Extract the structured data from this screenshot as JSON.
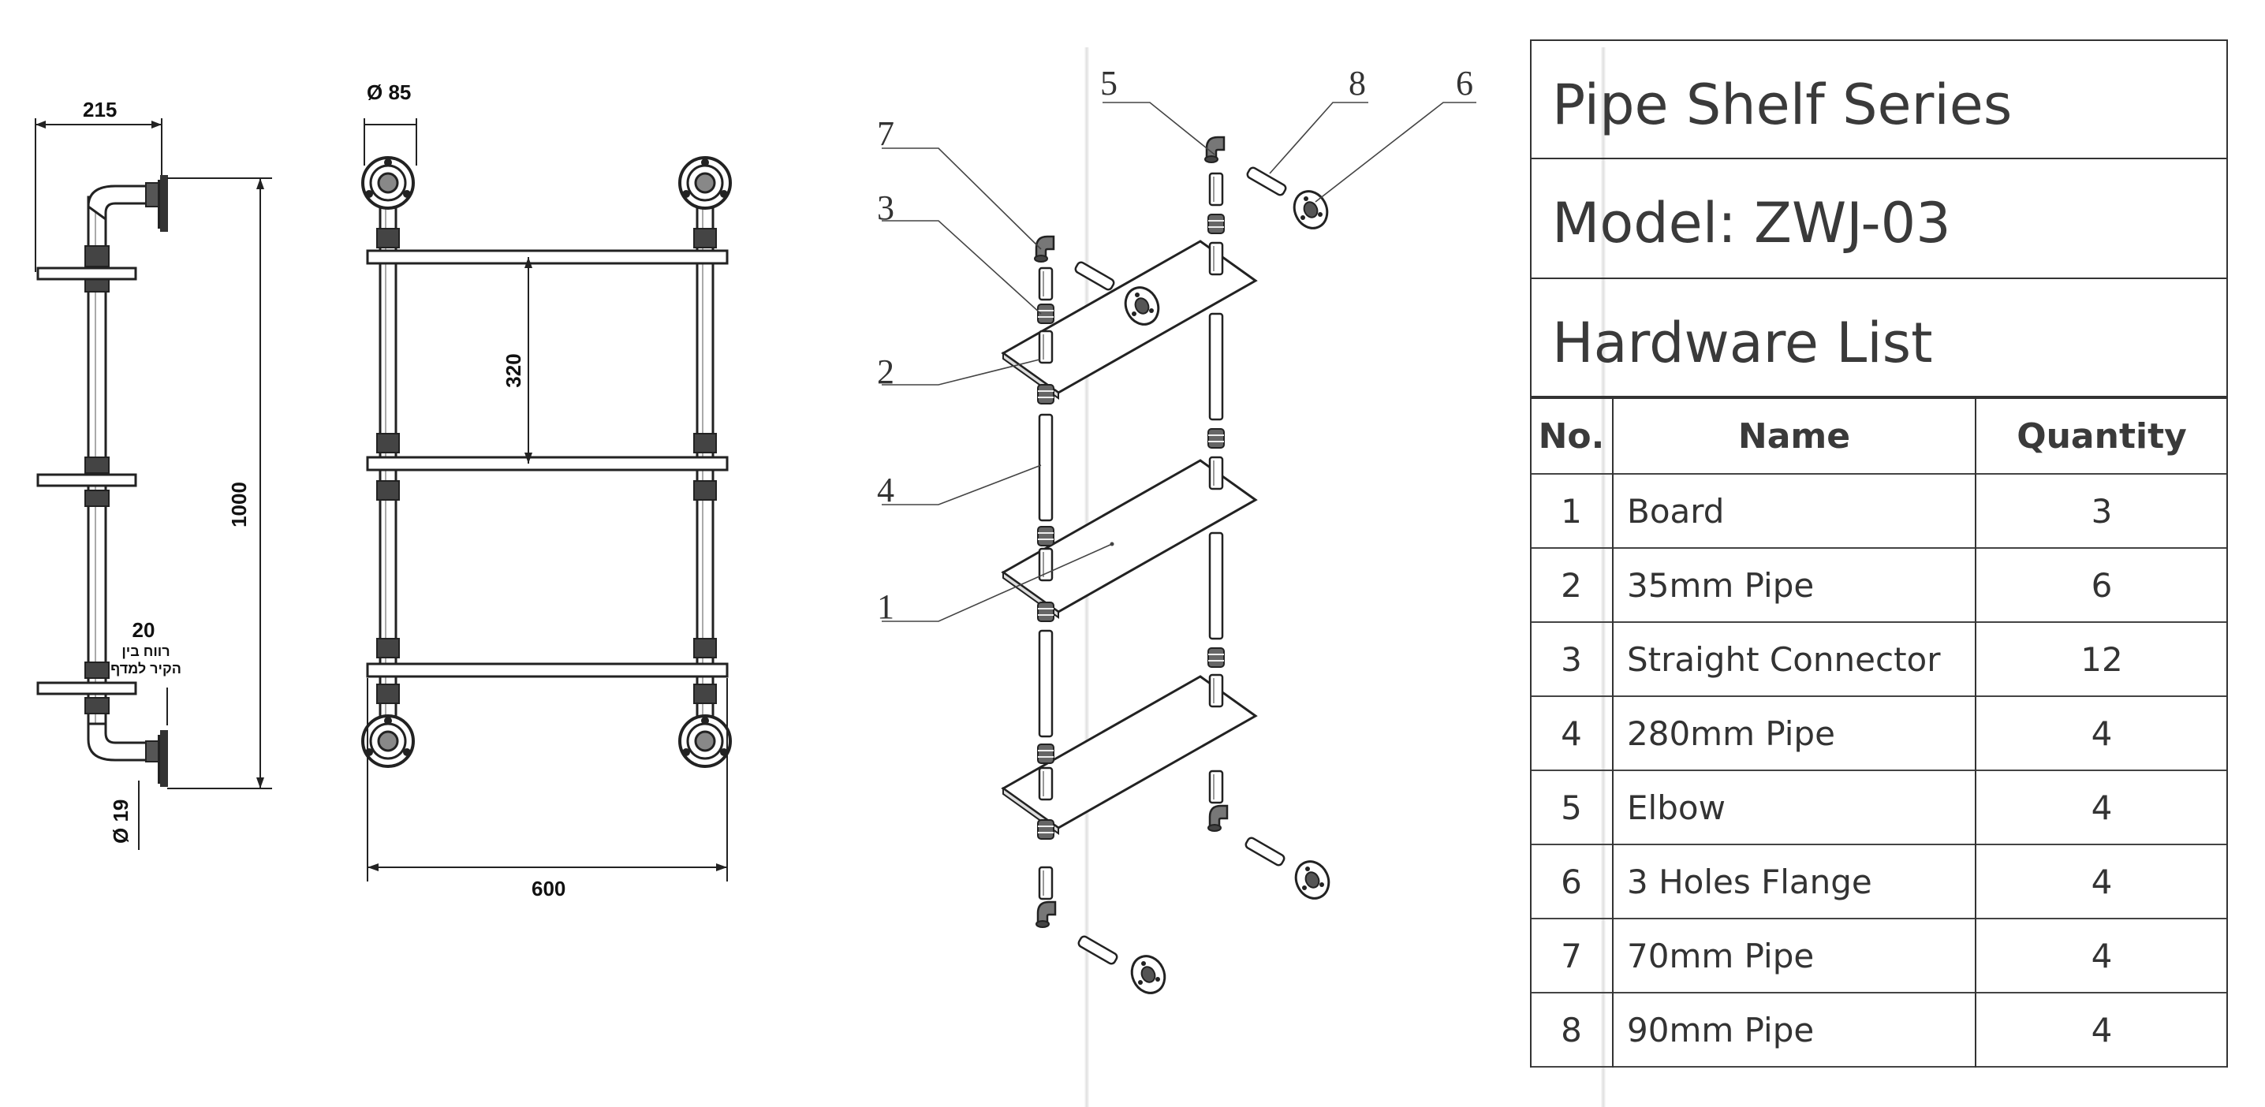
{
  "drawing": {
    "side_view": {
      "width_label": "215",
      "height_label": "1000",
      "gap_value": "20",
      "gap_note_line1": "רווח בין",
      "gap_note_line2": "הקיר למדף",
      "pipe_diameter_label": "Ø 19"
    },
    "front_view": {
      "flange_diameter_label": "Ø 85",
      "shelf_spacing_label": "320",
      "width_label": "600"
    },
    "exploded_callouts": [
      "1",
      "2",
      "3",
      "4",
      "5",
      "6",
      "7",
      "8"
    ]
  },
  "table": {
    "series_title": "Pipe Shelf Series",
    "model_title": "Model: ZWJ-03",
    "list_title": "Hardware List",
    "headers": {
      "no": "No.",
      "name": "Name",
      "quantity": "Quantity"
    },
    "rows": [
      {
        "no": "1",
        "name": "Board",
        "quantity": "3"
      },
      {
        "no": "2",
        "name": "35mm Pipe",
        "quantity": "6"
      },
      {
        "no": "3",
        "name": "Straight Connector",
        "quantity": "12"
      },
      {
        "no": "4",
        "name": "280mm Pipe",
        "quantity": "4"
      },
      {
        "no": "5",
        "name": "Elbow",
        "quantity": "4"
      },
      {
        "no": "6",
        "name": "3 Holes Flange",
        "quantity": "4"
      },
      {
        "no": "7",
        "name": "70mm Pipe",
        "quantity": "4"
      },
      {
        "no": "8",
        "name": "90mm Pipe",
        "quantity": "4"
      }
    ]
  }
}
